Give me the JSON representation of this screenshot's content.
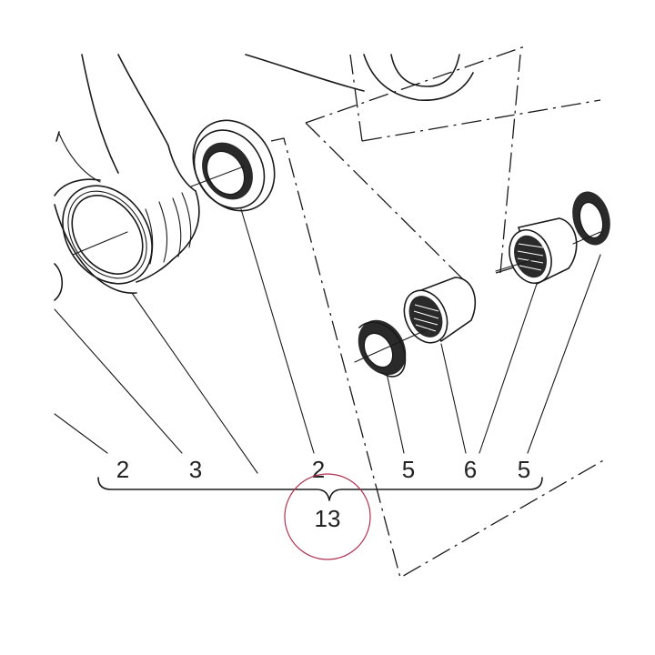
{
  "callouts": {
    "c1": "2",
    "c2": "3",
    "c3": "2",
    "c4": "5",
    "c5": "6",
    "c6": "5",
    "group": "13"
  },
  "colors": {
    "line": "#1a1a1a",
    "highlight_circle": "#b03050"
  }
}
